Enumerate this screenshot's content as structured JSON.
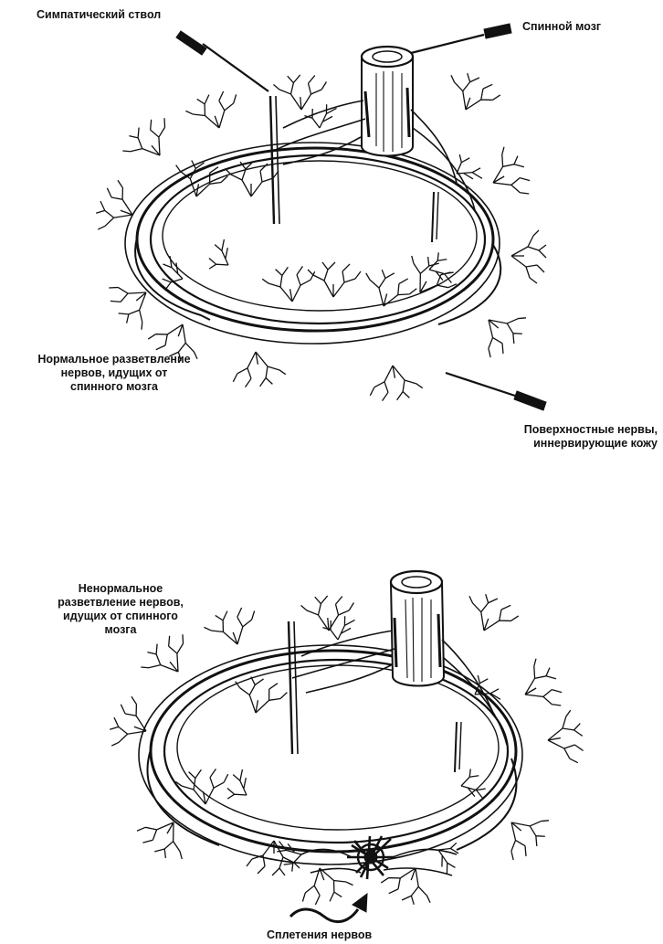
{
  "figure_top": {
    "labels": {
      "sympathetic_trunk": "Симпатический ствол",
      "spinal_cord": "Спинной мозг",
      "normal_branching": "Нормальное разветвление\nнервов, идущих от\nспинного мозга",
      "superficial_nerves": "Поверхностные нервы,\nиннервирующие кожу"
    }
  },
  "figure_bottom": {
    "labels": {
      "abnormal_branching": "Ненормальное\nразветвление нервов,\nидущих от спинного\nмозга",
      "nerve_plexus": "Сплетения нервов"
    }
  },
  "colors": {
    "ink": "#111111",
    "background": "#ffffff"
  }
}
